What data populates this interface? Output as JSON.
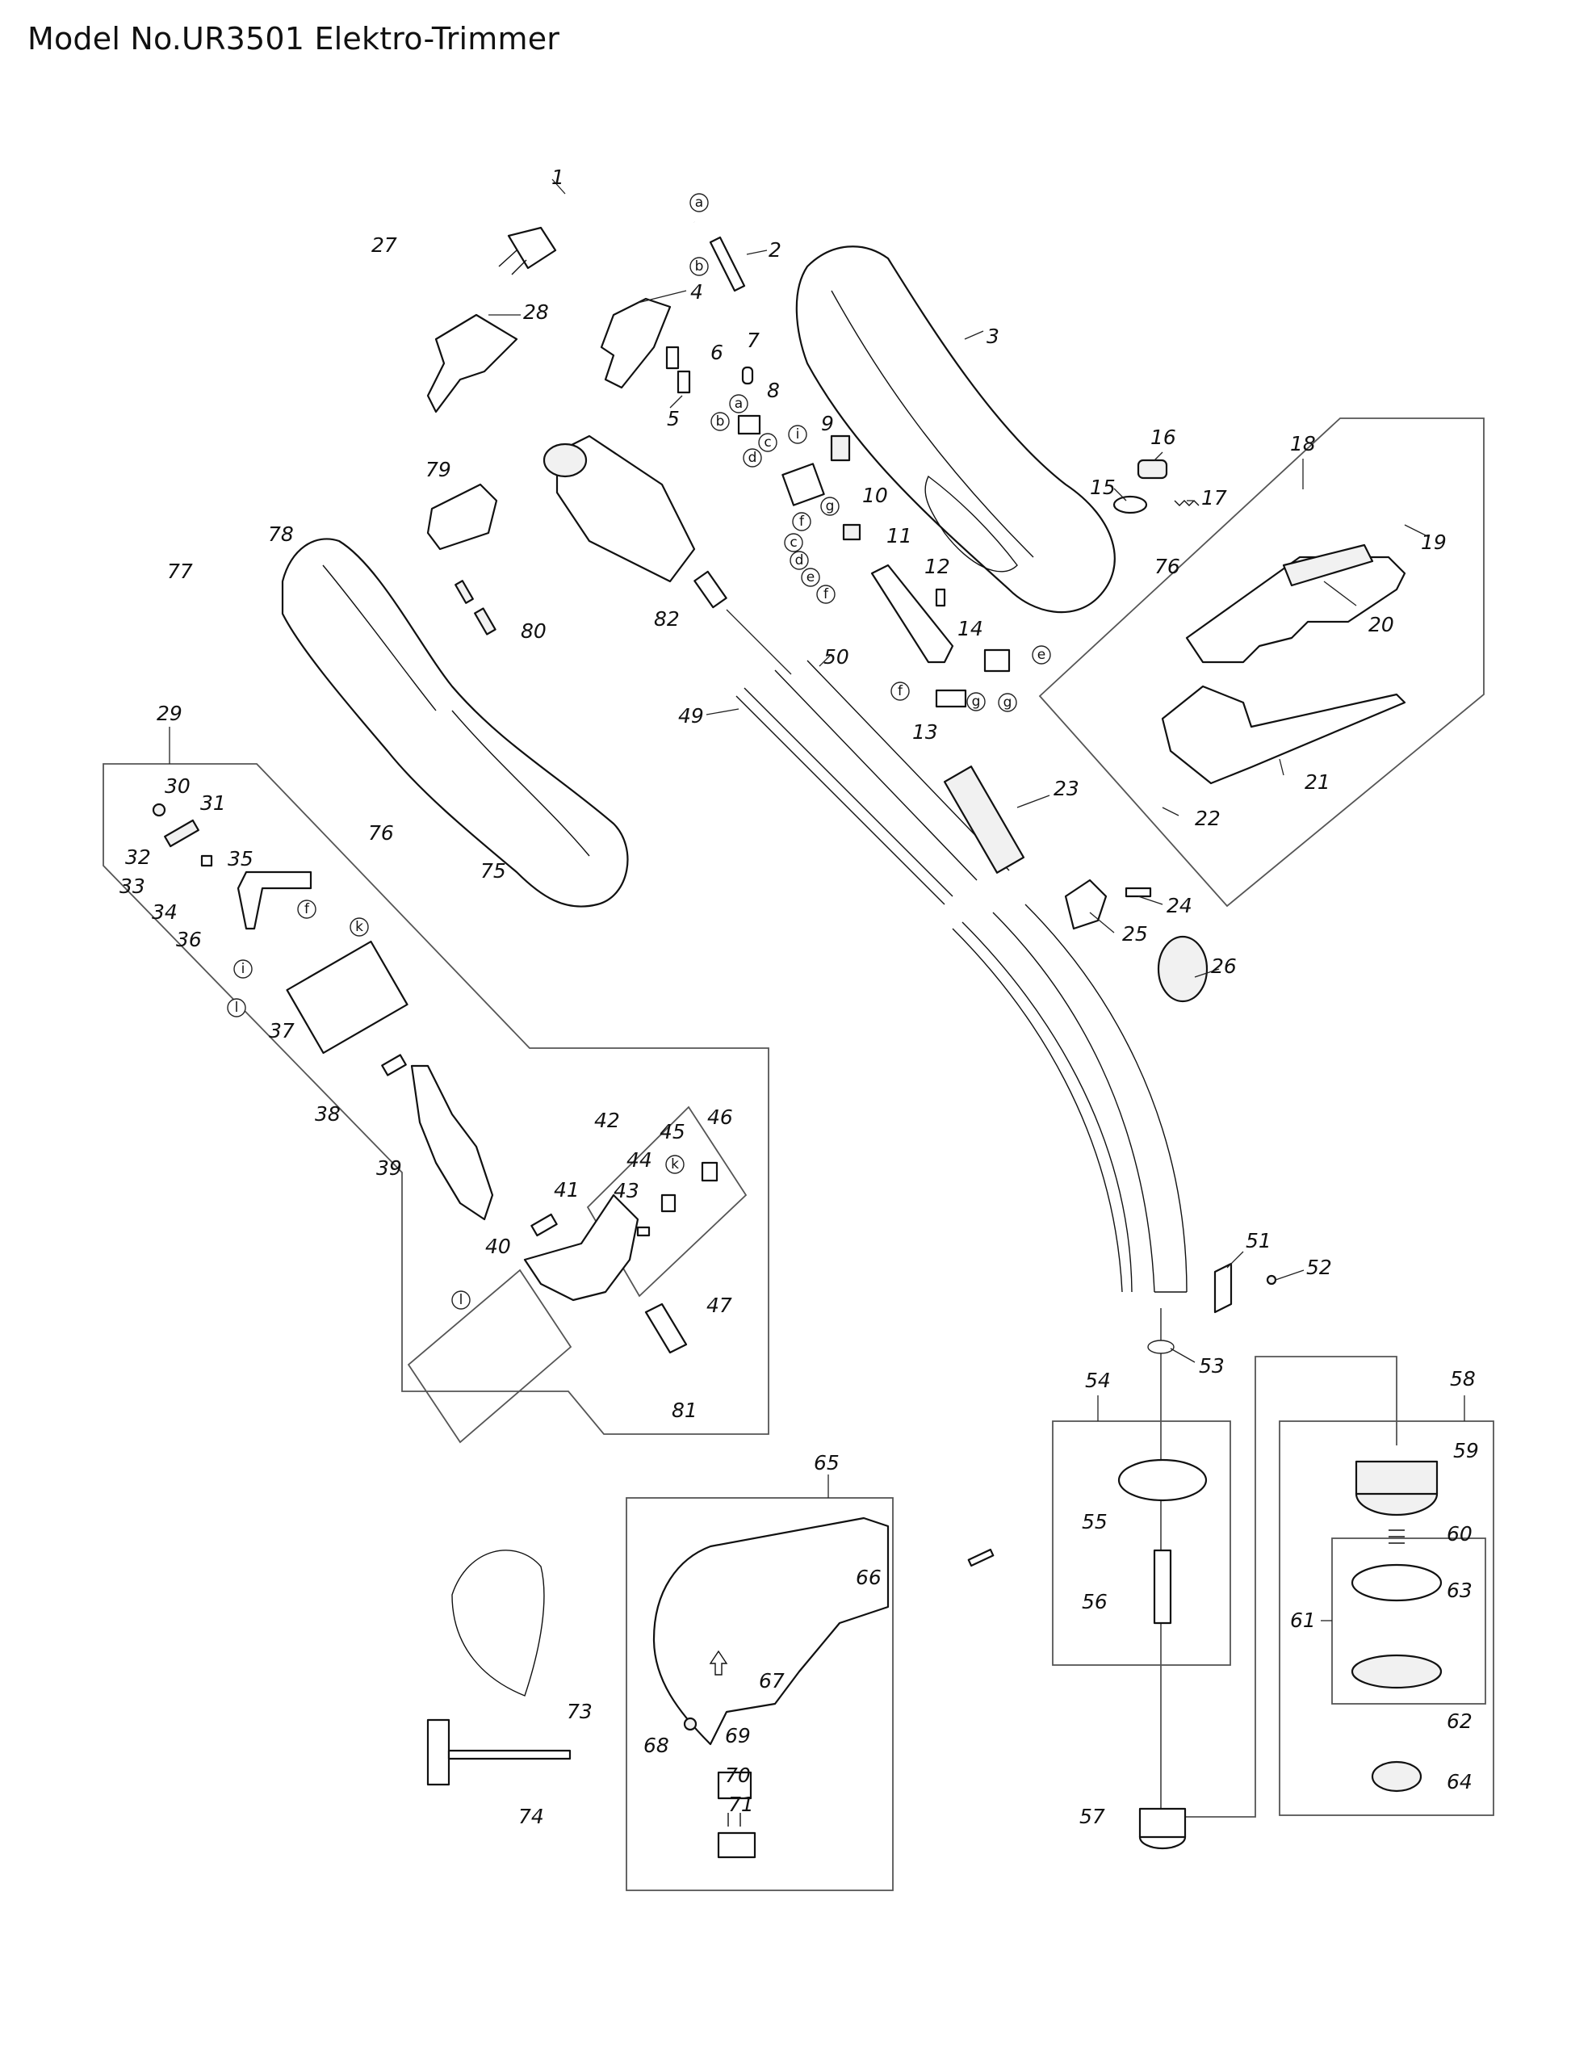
{
  "document": {
    "title": "Model No.UR3501 Elektro-Trimmer",
    "type": "exploded parts diagram"
  },
  "parts": [
    {
      "no": "1"
    },
    {
      "no": "2"
    },
    {
      "no": "3"
    },
    {
      "no": "4"
    },
    {
      "no": "5"
    },
    {
      "no": "6"
    },
    {
      "no": "7"
    },
    {
      "no": "8"
    },
    {
      "no": "9"
    },
    {
      "no": "10"
    },
    {
      "no": "11"
    },
    {
      "no": "12"
    },
    {
      "no": "13"
    },
    {
      "no": "14"
    },
    {
      "no": "15"
    },
    {
      "no": "16"
    },
    {
      "no": "17"
    },
    {
      "no": "18"
    },
    {
      "no": "19"
    },
    {
      "no": "20"
    },
    {
      "no": "21"
    },
    {
      "no": "22"
    },
    {
      "no": "23"
    },
    {
      "no": "24"
    },
    {
      "no": "25"
    },
    {
      "no": "26"
    },
    {
      "no": "27"
    },
    {
      "no": "28"
    },
    {
      "no": "29"
    },
    {
      "no": "30"
    },
    {
      "no": "31"
    },
    {
      "no": "32"
    },
    {
      "no": "33"
    },
    {
      "no": "34"
    },
    {
      "no": "35"
    },
    {
      "no": "36"
    },
    {
      "no": "37"
    },
    {
      "no": "38"
    },
    {
      "no": "39"
    },
    {
      "no": "40"
    },
    {
      "no": "41"
    },
    {
      "no": "42"
    },
    {
      "no": "43"
    },
    {
      "no": "44"
    },
    {
      "no": "45"
    },
    {
      "no": "46"
    },
    {
      "no": "47"
    },
    {
      "no": "49"
    },
    {
      "no": "50"
    },
    {
      "no": "51"
    },
    {
      "no": "52"
    },
    {
      "no": "53"
    },
    {
      "no": "54"
    },
    {
      "no": "55"
    },
    {
      "no": "56"
    },
    {
      "no": "57"
    },
    {
      "no": "58"
    },
    {
      "no": "59"
    },
    {
      "no": "60"
    },
    {
      "no": "61"
    },
    {
      "no": "62"
    },
    {
      "no": "63"
    },
    {
      "no": "64"
    },
    {
      "no": "65"
    },
    {
      "no": "66"
    },
    {
      "no": "67"
    },
    {
      "no": "68"
    },
    {
      "no": "69"
    },
    {
      "no": "70"
    },
    {
      "no": "71"
    },
    {
      "no": "73"
    },
    {
      "no": "74"
    },
    {
      "no": "75"
    },
    {
      "no": "76"
    },
    {
      "no": "77"
    },
    {
      "no": "78"
    },
    {
      "no": "79"
    },
    {
      "no": "80"
    },
    {
      "no": "81"
    },
    {
      "no": "82"
    }
  ],
  "wire_connectors": {
    "a": "a",
    "b": "b",
    "c": "c",
    "d": "d",
    "e": "e",
    "f": "f",
    "g": "g",
    "i": "i",
    "k": "k",
    "l": "l"
  },
  "assemblies": [
    {
      "no": "18",
      "contains": [
        "19",
        "20",
        "21",
        "22"
      ]
    },
    {
      "no": "29",
      "contains": [
        "30",
        "31",
        "32",
        "33",
        "34",
        "35",
        "36",
        "37",
        "38",
        "39",
        "40",
        "41",
        "42",
        "47",
        "81"
      ]
    },
    {
      "no": "42",
      "contains": [
        "43",
        "44",
        "45",
        "46"
      ]
    },
    {
      "no": "54",
      "contains": [
        "55",
        "56"
      ]
    },
    {
      "no": "58",
      "contains": [
        "59",
        "60",
        "61",
        "64"
      ]
    },
    {
      "no": "61",
      "contains": [
        "62",
        "63"
      ]
    },
    {
      "no": "65",
      "contains": [
        "66",
        "67",
        "68",
        "69",
        "70",
        "71"
      ]
    }
  ]
}
